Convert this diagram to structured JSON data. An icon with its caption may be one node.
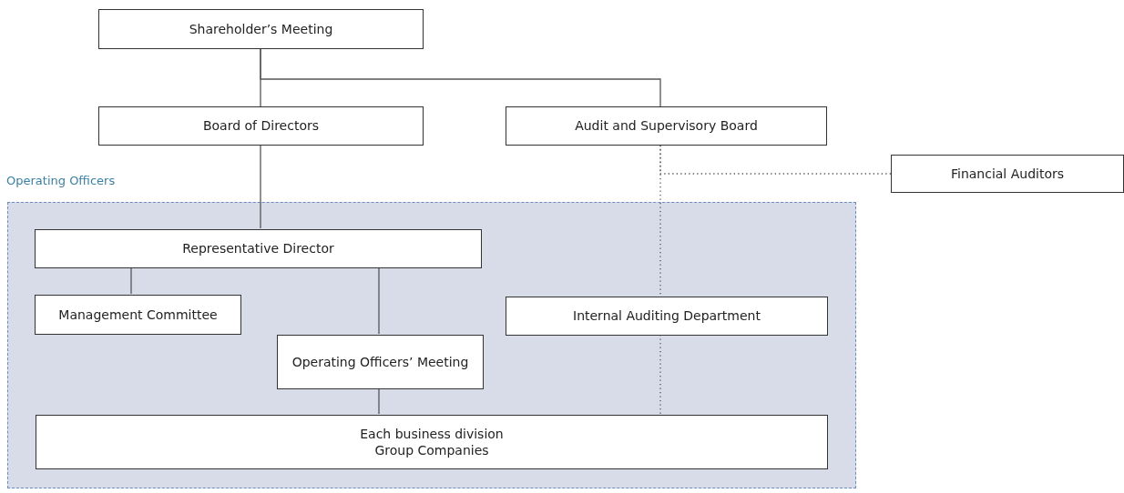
{
  "diagram": {
    "nodes": [
      {
        "text": [
          "Shareholder’s Meeting"
        ]
      },
      {
        "text": [
          "Board of Directors"
        ]
      },
      {
        "text": [
          "Audit and Supervisory Board"
        ]
      },
      {
        "text": [
          "Financial Auditors"
        ]
      },
      {
        "text": [
          "Operating Officers"
        ]
      },
      {
        "text": [
          "Representative Director"
        ],
        "in": 4
      },
      {
        "text": [
          "Management Committee"
        ],
        "in": 4
      },
      {
        "text": [
          "Internal Auditing Department"
        ],
        "in": 4
      },
      {
        "text": [
          "Operating Officers’ Meeting"
        ],
        "in": 4
      },
      {
        "text": [
          "Each business division",
          "Group Companies"
        ],
        "in": 4
      }
    ],
    "edges": [
      {
        "from": 0,
        "to": 1,
        "arrow": "none"
      },
      {
        "from": 0,
        "to": 2,
        "arrow": "none"
      },
      {
        "from": 1,
        "to": 5,
        "arrow": "none"
      },
      {
        "from": 5,
        "to": 6,
        "arrow": "none"
      },
      {
        "from": 5,
        "to": 8,
        "arrow": "none"
      },
      {
        "from": 8,
        "to": 9,
        "arrow": "none"
      },
      {
        "from": 2,
        "to": 7,
        "arrow": "none",
        "style": "dashed"
      },
      {
        "from": 7,
        "to": 9,
        "arrow": "none",
        "style": "dashed"
      },
      {
        "from": 3,
        "to": 2,
        "arrow": "none",
        "style": "dashed"
      }
    ]
  }
}
